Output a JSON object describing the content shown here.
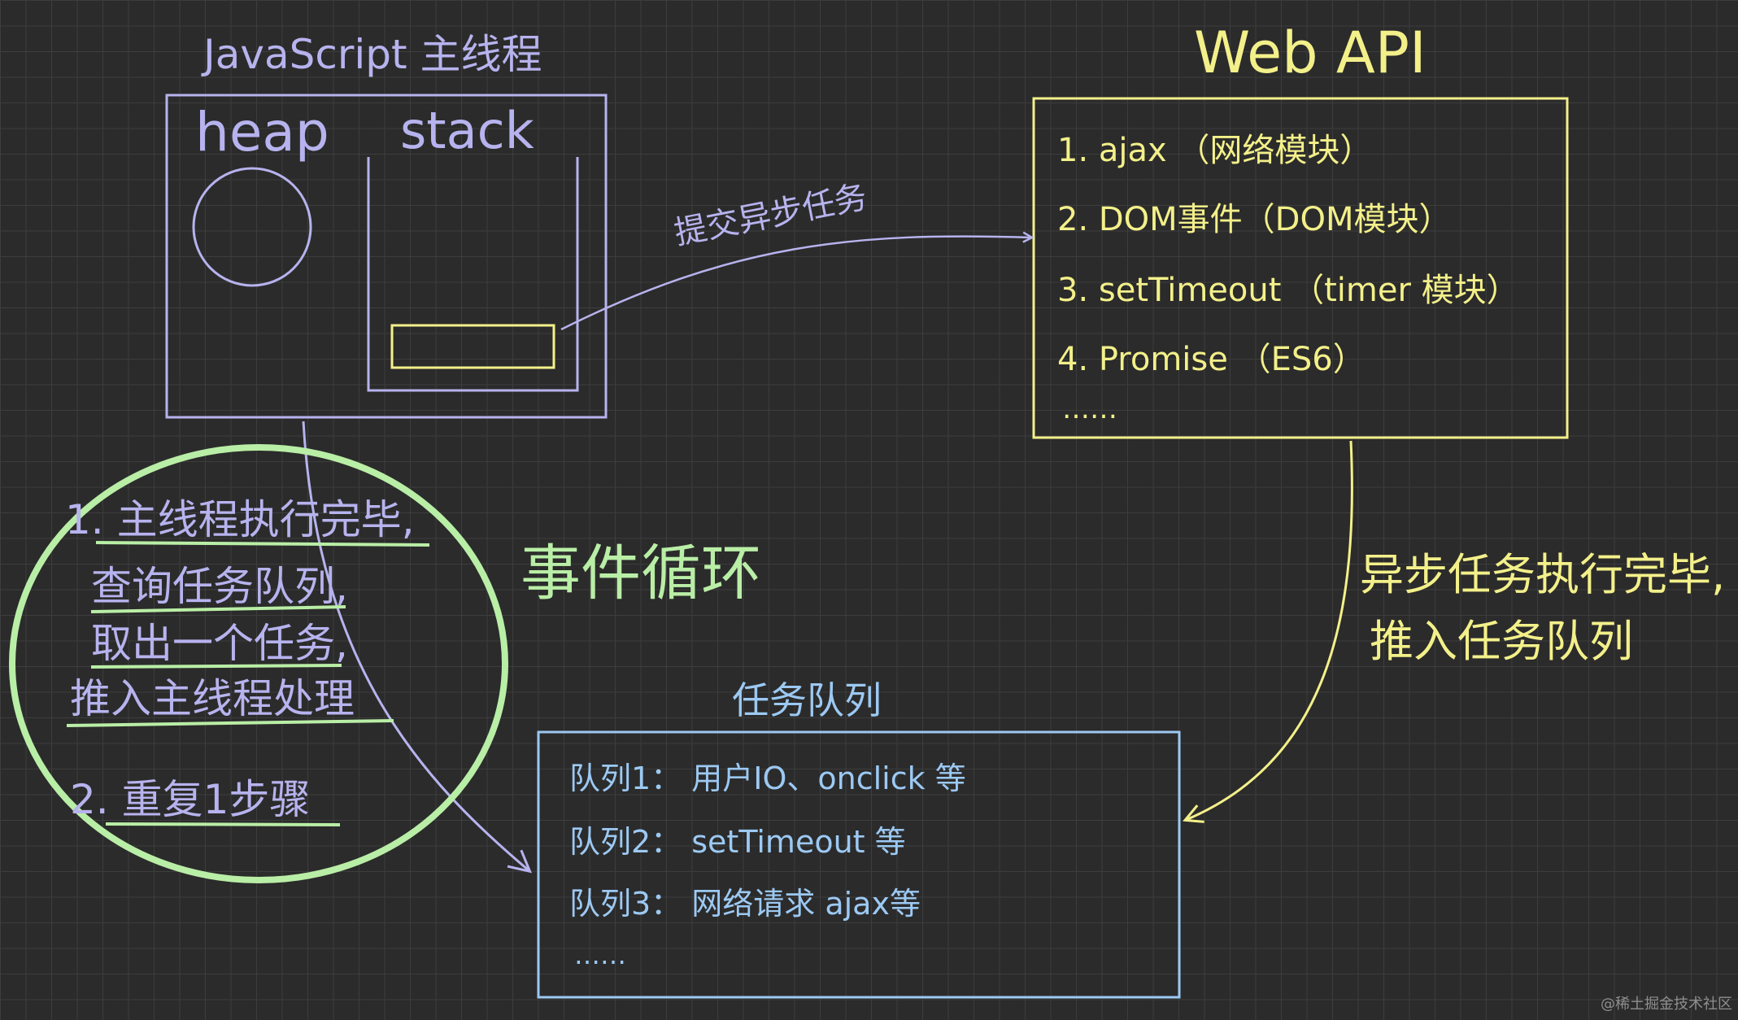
{
  "main_thread": {
    "title": "JavaScript 主线程",
    "heap_label": "heap",
    "stack_label": "stack"
  },
  "web_api": {
    "title": "Web API",
    "items": [
      "1. ajax （网络模块）",
      "2. DOM事件（DOM模块）",
      "3. setTimeout （timer 模块）",
      "4. Promise （ES6）",
      "……"
    ]
  },
  "arrows": {
    "submit_label": "提交异步任务",
    "done_label_line1": "异步任务执行完毕,",
    "done_label_line2": "推入任务队列"
  },
  "event_loop": {
    "title": "事件循环",
    "steps": [
      "1. 主线程执行完毕,",
      "查询任务队列,",
      "取出一个任务,",
      "推入主线程处理",
      "2. 重复1步骤"
    ]
  },
  "task_queue": {
    "title": "任务队列",
    "items": [
      "队列1： 用户IO、onclick 等",
      "队列2： setTimeout 等",
      "队列3： 网络请求 ajax等",
      "……"
    ]
  },
  "watermark": "@稀土掘金技术社区",
  "colors": {
    "background": "#2b2b2b",
    "purple": "#b7b3ee",
    "yellow": "#f3f08a",
    "blue": "#9cc9f3",
    "green": "#b9eea6"
  }
}
